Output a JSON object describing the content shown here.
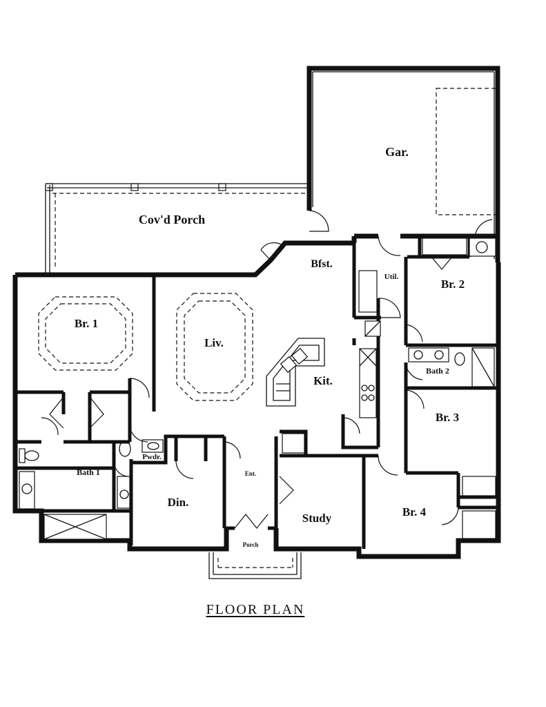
{
  "title": "FLOOR PLAN",
  "rooms": {
    "garage": "Gar.",
    "covered_porch": "Cov'd Porch",
    "breakfast": "Bfst.",
    "utility": "Util.",
    "bedroom_2": "Br. 2",
    "bedroom_1": "Br. 1",
    "living": "Liv.",
    "kitchen": "Kit.",
    "bath_2": "Bath 2",
    "bedroom_3": "Br. 3",
    "powder": "Pwdr.",
    "entry": "Ent.",
    "bath_1": "Bath 1",
    "dining": "Din.",
    "study": "Study",
    "bedroom_4": "Br. 4",
    "porch": "Porch"
  }
}
